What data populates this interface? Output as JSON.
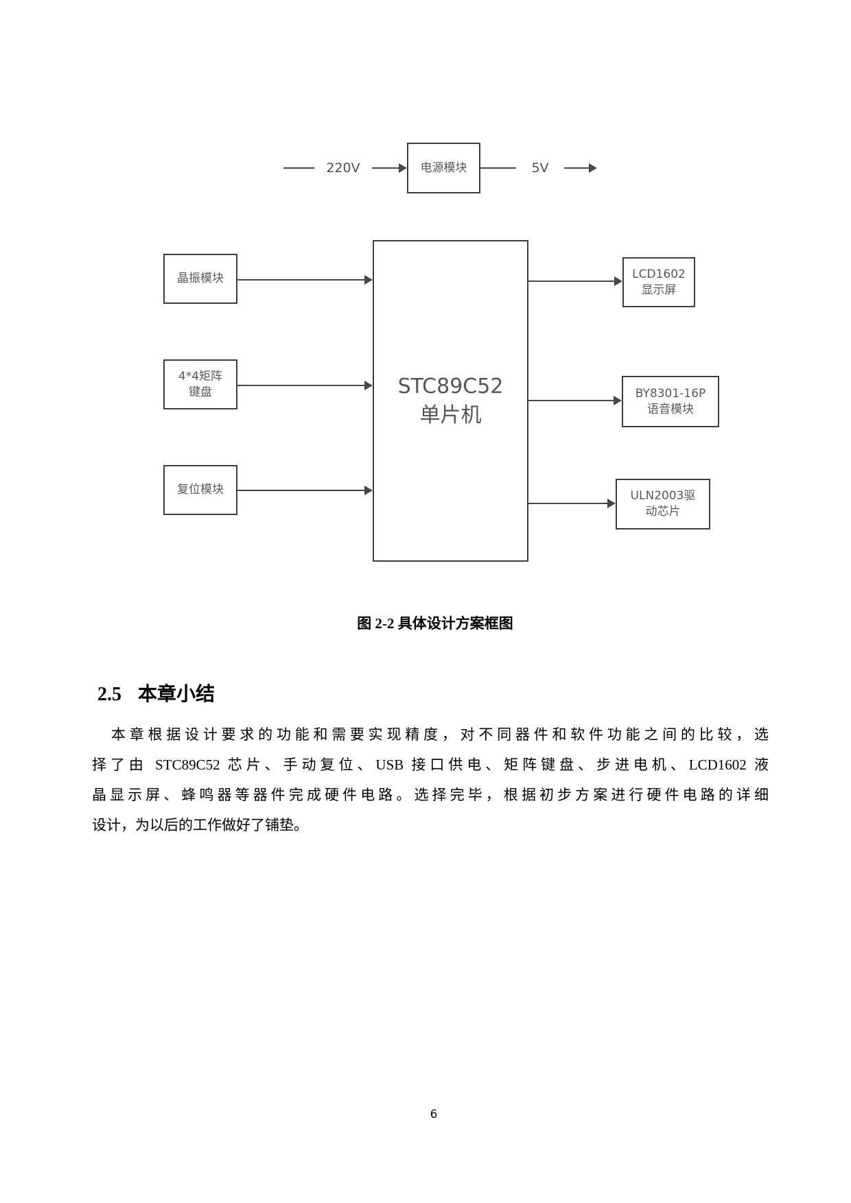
{
  "diagram": {
    "colors": {
      "box_border": "#3d3d3d",
      "wire": "#474747",
      "label_text": "#595959"
    },
    "power": {
      "label": "电源模块",
      "input_label": "220V",
      "output_label": "5V"
    },
    "crystal": {
      "label": "晶振模块"
    },
    "keyboard": {
      "line1": "4*4矩阵",
      "line2": "键盘"
    },
    "reset": {
      "label": "复位模块"
    },
    "mcu": {
      "line1": "STC89C52",
      "line2": "单片机"
    },
    "lcd": {
      "line1": "LCD1602",
      "line2": "显示屏"
    },
    "voice": {
      "line1": "BY8301-16P",
      "line2": "语音模块"
    },
    "uln": {
      "line1": "ULN2003驱",
      "line2": "动芯片"
    }
  },
  "caption": "图 2-2 具体设计方案框图",
  "section": {
    "number": "2.5",
    "title": "本章小结"
  },
  "summary": {
    "lines": [
      "本章根据设计要求的功能和需要实现精度，对不同器件和软件功能之间的比较，选",
      "择了由 STC89C52 芯片、手动复位、USB 接口供电、矩阵键盘、步进电机、LCD1602 液",
      "晶显示屏、蜂鸣器等器件完成硬件电路。选择完毕，根据初步方案进行硬件电路的详细",
      "设计，为以后的工作做好了铺垫。"
    ]
  },
  "page": {
    "number": "6"
  }
}
